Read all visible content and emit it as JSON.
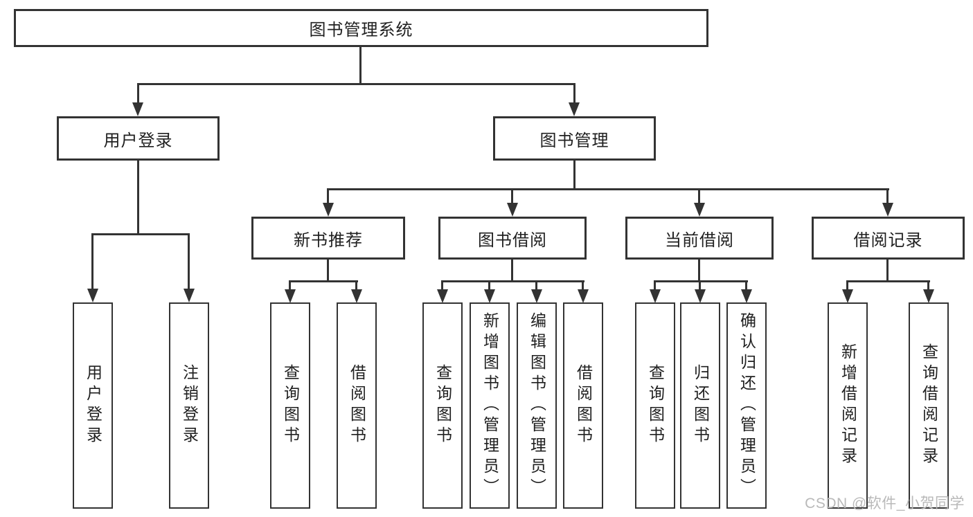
{
  "tree": {
    "root": {
      "label": "图书管理系统"
    },
    "branches": [
      {
        "label": "用户登录",
        "children": [
          {
            "label": "用户登录"
          },
          {
            "label": "注销登录"
          }
        ]
      },
      {
        "label": "图书管理",
        "children": [
          {
            "label": "新书推荐",
            "children": [
              {
                "label": "查询图书"
              },
              {
                "label": "借阅图书"
              }
            ]
          },
          {
            "label": "图书借阅",
            "children": [
              {
                "label": "查询图书"
              },
              {
                "label": "新增图书（管理员）"
              },
              {
                "label": "编辑图书（管理员）"
              },
              {
                "label": "借阅图书"
              }
            ]
          },
          {
            "label": "当前借阅",
            "children": [
              {
                "label": "查询图书"
              },
              {
                "label": "归还图书"
              },
              {
                "label": "确认归还（管理员）"
              }
            ]
          },
          {
            "label": "借阅记录",
            "children": [
              {
                "label": "新增借阅记录"
              },
              {
                "label": "查询借阅记录"
              }
            ]
          }
        ]
      }
    ]
  },
  "watermark": {
    "text": "CSDN @软件_小贺同学"
  },
  "colors": {
    "line": "#333333",
    "box_bg": "#ffffff",
    "text": "#1f1f1f",
    "watermark": "#b9b9b9"
  }
}
